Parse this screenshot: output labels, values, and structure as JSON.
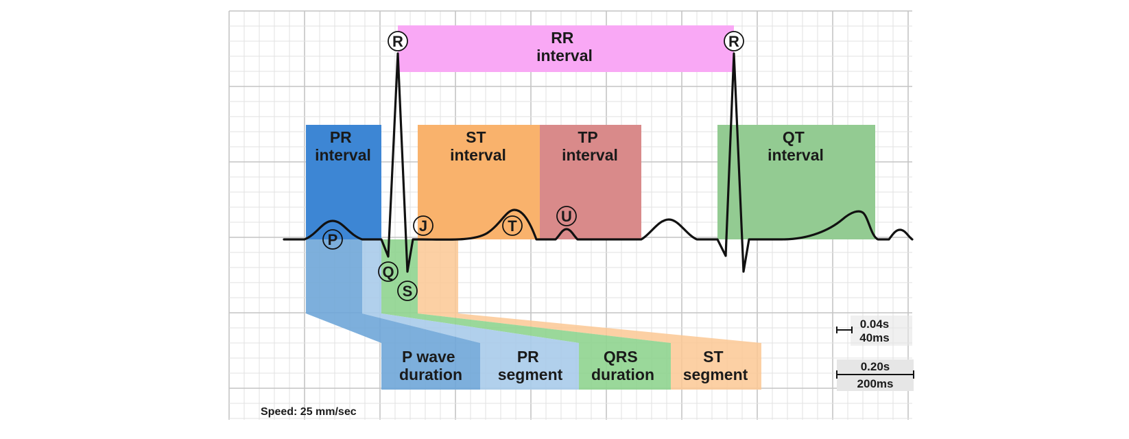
{
  "diagram": {
    "intervals": {
      "rr": [
        "RR",
        "interval"
      ],
      "pr": [
        "PR",
        "interval"
      ],
      "st": [
        "ST",
        "interval"
      ],
      "tp": [
        "TP",
        "interval"
      ],
      "qt": [
        "QT",
        "interval"
      ]
    },
    "durations": {
      "p_wave": [
        "P wave",
        "duration"
      ],
      "pr_segment": [
        "PR",
        "segment"
      ],
      "qrs": [
        "QRS",
        "duration"
      ],
      "st_segment": [
        "ST",
        "segment"
      ]
    },
    "wave_labels": {
      "r1": "R",
      "r2": "R",
      "p": "P",
      "q": "Q",
      "s": "S",
      "j": "J",
      "t": "T",
      "u": "U"
    },
    "scale": {
      "small_box": [
        "0.04s",
        "40ms"
      ],
      "large_box": [
        "0.20s",
        "200ms"
      ]
    },
    "speed": "Speed: 25 mm/sec"
  },
  "colors": {
    "pr_interval": "#3d86d4",
    "st_interval": "#f9b26c",
    "tp_interval": "#d98a8a",
    "qt_interval": "#93cb92",
    "rr_interval": "#f9a8f5",
    "p_wave_duration": "#6fa6d8",
    "pr_segment": "#a8cbea",
    "qrs_duration": "#8fd48f",
    "st_segment": "#fbc894"
  }
}
